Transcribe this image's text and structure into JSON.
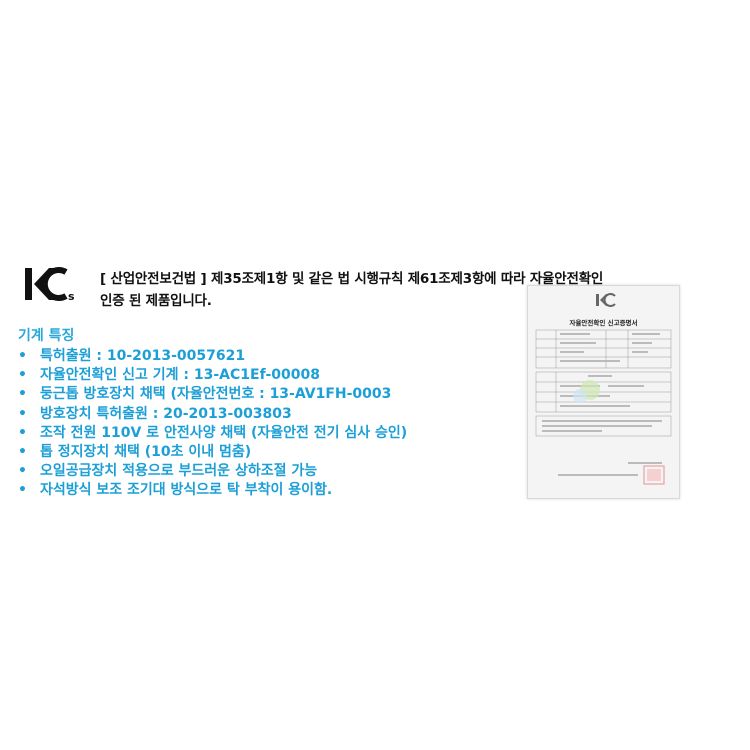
{
  "notice": {
    "line1": "[ 산업안전보건법 ] 제35조제1항 및 같은 법 시행규칙 제61조제3항에 따라 자율안전확인",
    "line2": "인증 된 제품입니다."
  },
  "logo": {
    "mark": "KC",
    "suffix": "s",
    "icon": "kc-safety-mark-icon"
  },
  "features": {
    "title": "기계 특징",
    "bullet": "•",
    "items": [
      "특허출원 : 10-2013-0057621",
      "자율안전확인 신고 기계 : 13-AC1Ef-00008",
      "둥근톱 방호장치 채택 (자율안전번호 : 13-AV1FH-0003",
      "방호장치 특허출원 : 20-2013-003803",
      "조작 전원 110V 로 안전사양 채택 (자율안전 전기 심사 승인)",
      "톱 정지장치 채택 (10초 이내 멈춤)",
      "오일공급장치 적용으로 부드러운 상하조절 가능",
      "자석방식 보조 조기대 방식으로 탁 부착이 용이함."
    ]
  },
  "certificate": {
    "title": "자율안전확인 신고증명서",
    "icon": "kc-mark-icon",
    "seal_color": "#e8a0a0",
    "stamp_color": "#cfe8b0"
  }
}
